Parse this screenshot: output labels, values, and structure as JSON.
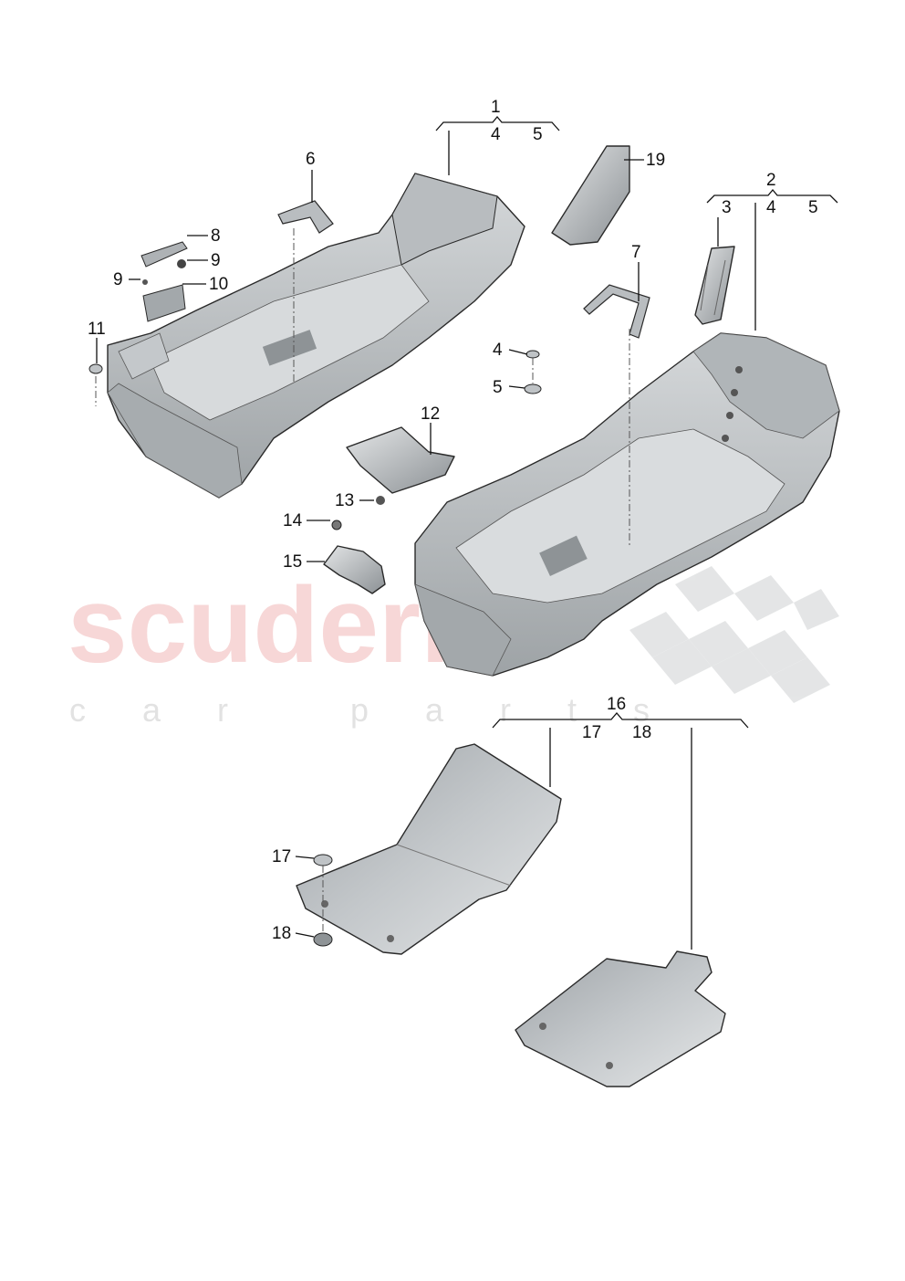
{
  "watermark": {
    "main": "scuderia",
    "sub": "car parts"
  },
  "callouts": {
    "c1": "1",
    "c1_4": "4",
    "c1_5": "5",
    "c2": "2",
    "c2_3": "3",
    "c2_4": "4",
    "c2_5": "5",
    "c4": "4",
    "c5": "5",
    "c6": "6",
    "c7": "7",
    "c8": "8",
    "c9a": "9",
    "c9b": "9",
    "c10": "10",
    "c11": "11",
    "c12": "12",
    "c13": "13",
    "c14": "14",
    "c15": "15",
    "c16": "16",
    "c16_17": "17",
    "c16_18": "18",
    "c17": "17",
    "c18": "18",
    "c19": "19"
  },
  "colors": {
    "part_fill": "#c9ccce",
    "part_dark": "#8e9396",
    "part_light": "#e6e8e9",
    "watermark_red": "#e88a8a"
  }
}
